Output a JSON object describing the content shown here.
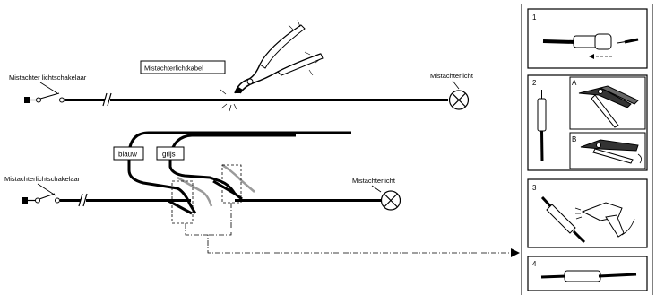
{
  "labels": {
    "top_switch": "Mistachter lichtschakelaar",
    "cable": "Mistachterlichtkabel",
    "top_lamp": "Mistachterlicht",
    "bottom_switch": "Mistachterlichtschakelaar",
    "bottom_lamp": "Mistachterlicht",
    "wire_blue": "blauw",
    "wire_grey": "grijs"
  },
  "steps": [
    {
      "number": "1"
    },
    {
      "number": "2",
      "sub_a": "A",
      "sub_b": "B"
    },
    {
      "number": "3"
    },
    {
      "number": "4"
    }
  ]
}
